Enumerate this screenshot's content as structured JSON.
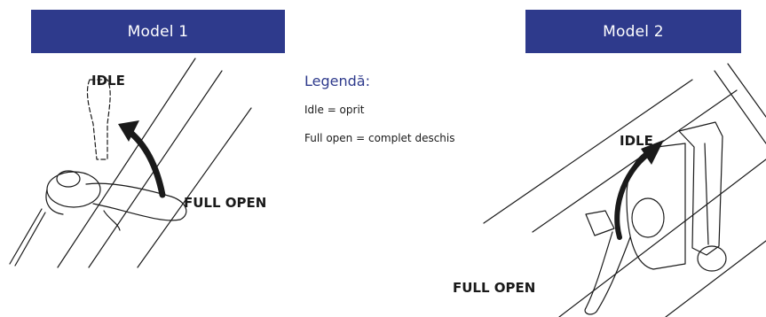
{
  "models": [
    {
      "title": "Model 1",
      "labels": {
        "idle": "IDLE",
        "full_open": "FULL OPEN"
      }
    },
    {
      "title": "Model 2",
      "labels": {
        "idle": "IDLE",
        "full_open": "FULL OPEN"
      }
    }
  ],
  "legend": {
    "title": "Legendă:",
    "items": [
      "Idle = oprit",
      "Full open = complet deschis"
    ]
  },
  "colors": {
    "header_bg": "#2e3a8c",
    "header_text": "#ffffff",
    "legend_title": "#2e3a8c",
    "line_art": "#1a1a1a"
  }
}
